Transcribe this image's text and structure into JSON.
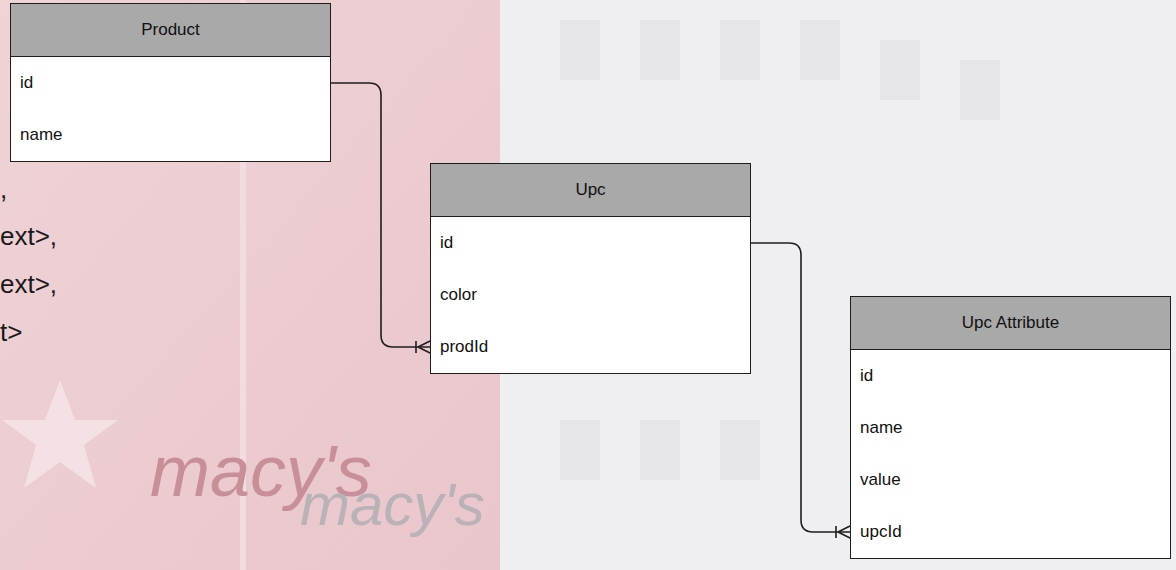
{
  "diagram": {
    "nodes": [
      {
        "text": [
          "Product",
          "id",
          "name"
        ]
      },
      {
        "text": [
          "Upc",
          "id",
          "color",
          "prodId"
        ]
      },
      {
        "text": [
          "Upc Attribute",
          "id",
          "name",
          "value",
          "upcId"
        ]
      }
    ],
    "edges": [
      {
        "from": 0,
        "to": 1,
        "arrow": "to"
      },
      {
        "from": 1,
        "to": 2,
        "arrow": "to"
      }
    ],
    "labels": [
      ",",
      "ext>,",
      "ext>,",
      "t>",
      "macy's",
      "macy's"
    ]
  }
}
